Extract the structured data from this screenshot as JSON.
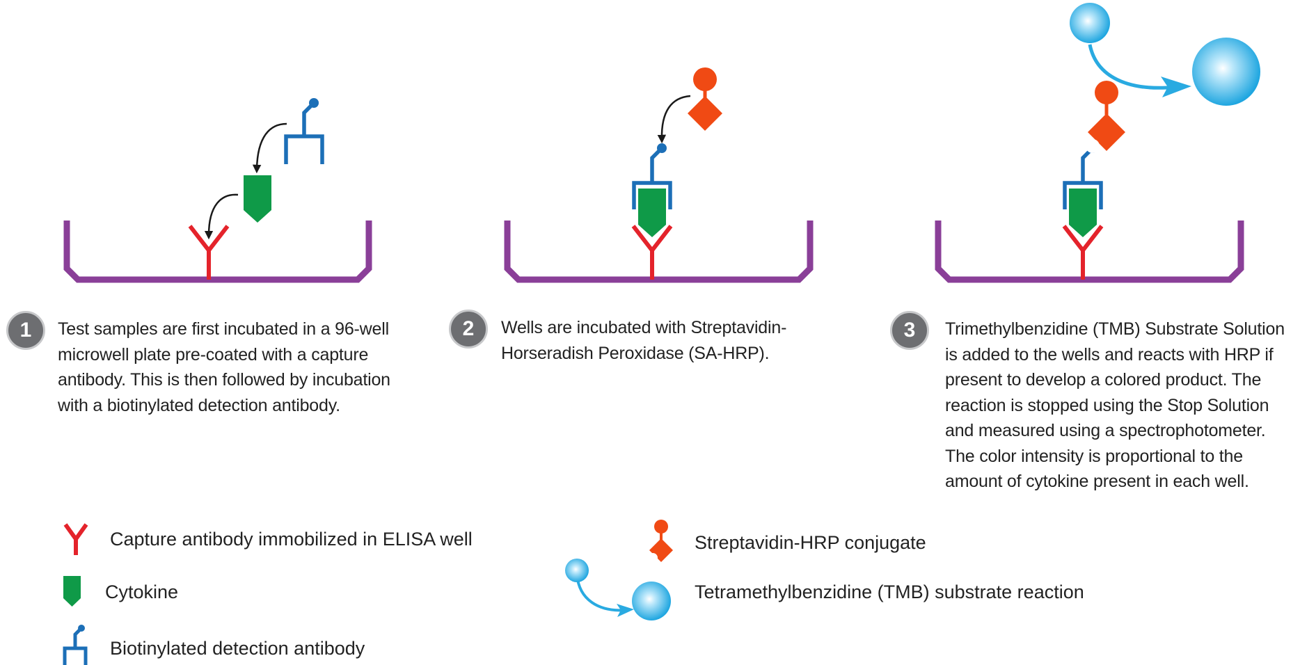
{
  "colors": {
    "well": "#8a3f98",
    "capture_antibody": "#e4232b",
    "cytokine": "#0f9a48",
    "detection_antibody": "#1c6fb7",
    "sa_hrp": "#f04a14",
    "tmb": "#29aae1",
    "arrow": "#1a1a1a",
    "step_badge": "#6d6e71"
  },
  "steps": [
    {
      "number": "1",
      "lines": [
        "Test samples are first incubated in a 96-well",
        "microwell plate pre-coated with a capture",
        "antibody. This is then followed by incubation",
        "with a biotinylated detection antibody."
      ]
    },
    {
      "number": "2",
      "lines": [
        "Wells are incubated with Streptavidin-",
        "Horseradish Peroxidase (SA-HRP)."
      ]
    },
    {
      "number": "3",
      "lines": [
        "Trimethylbenzidine (TMB) Substrate Solution",
        "is added to the wells and reacts with HRP if",
        "present to develop a colored product. The",
        "reaction is stopped using the Stop Solution",
        "and measured using a spectrophotometer.",
        "The color intensity is proportional to the",
        "amount of cytokine present in each well."
      ]
    }
  ],
  "legend": {
    "capture_antibody": {
      "icon": "capture-antibody-icon",
      "label": "Capture antibody immobilized in ELISA well"
    },
    "cytokine": {
      "icon": "cytokine-icon",
      "label": "Cytokine"
    },
    "detection_antibody": {
      "icon": "detection-antibody-icon",
      "label": "Biotinylated detection antibody"
    },
    "sa_hrp": {
      "icon": "sa-hrp-icon",
      "label": "Streptavidin-HRP conjugate"
    },
    "tmb": {
      "icon": "tmb-reaction-icon",
      "label": "Tetramethylbenzidine (TMB) substrate reaction"
    }
  }
}
